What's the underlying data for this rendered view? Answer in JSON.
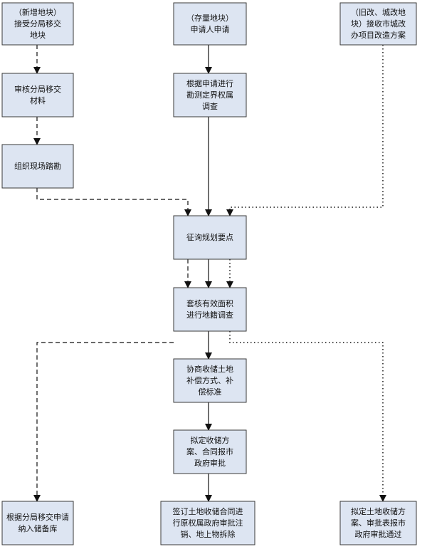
{
  "nodes": [
    {
      "id": "n1",
      "lines": [
        "（新增地块）",
        "接受分局移交",
        "地块"
      ]
    },
    {
      "id": "n2",
      "lines": [
        "（存量地块）",
        "申请人申请"
      ]
    },
    {
      "id": "n3",
      "lines": [
        "（旧改、城改地",
        "块）接收市城改",
        "办项目改造方案"
      ]
    },
    {
      "id": "n4",
      "lines": [
        "审核分局移交",
        "材料"
      ]
    },
    {
      "id": "n5",
      "lines": [
        "根据申请进行",
        "勘测定界权属",
        "调查"
      ]
    },
    {
      "id": "n6",
      "lines": [
        "组织现场踏勘"
      ]
    },
    {
      "id": "n7",
      "lines": [
        "征询规划要点"
      ]
    },
    {
      "id": "n8",
      "lines": [
        "套核有效面积",
        "进行地籍调查"
      ]
    },
    {
      "id": "n9",
      "lines": [
        "协商收储土地",
        "补偿方式、补",
        "偿标准"
      ]
    },
    {
      "id": "n10",
      "lines": [
        "拟定收储方",
        "案、合同报市",
        "政府审批"
      ]
    },
    {
      "id": "n11",
      "lines": [
        "根据分局移交申请",
        "纳入储备库"
      ]
    },
    {
      "id": "n12",
      "lines": [
        "签订土地收储合同进",
        "行原权属政府审批注",
        "销、地上物拆除"
      ]
    },
    {
      "id": "n13",
      "lines": [
        "拟定土地收储方",
        "案、审批表报市",
        "政府审批通过"
      ]
    }
  ],
  "edges": [
    {
      "from": "n1",
      "to": "n4",
      "style": "dashed"
    },
    {
      "from": "n4",
      "to": "n6",
      "style": "dashed"
    },
    {
      "from": "n6",
      "to": "n7",
      "style": "dashed"
    },
    {
      "from": "n2",
      "to": "n5",
      "style": "solid"
    },
    {
      "from": "n5",
      "to": "n7",
      "style": "solid"
    },
    {
      "from": "n3",
      "to": "n7",
      "style": "dotted"
    },
    {
      "from": "n7",
      "to": "n8",
      "style": "dashed"
    },
    {
      "from": "n7",
      "to": "n8",
      "style": "solid"
    },
    {
      "from": "n7",
      "to": "n8",
      "style": "dotted"
    },
    {
      "from": "n8",
      "to": "n11",
      "style": "dashed"
    },
    {
      "from": "n8",
      "to": "n9",
      "style": "solid"
    },
    {
      "from": "n8",
      "to": "n13",
      "style": "dotted"
    },
    {
      "from": "n9",
      "to": "n10",
      "style": "solid"
    },
    {
      "from": "n10",
      "to": "n12",
      "style": "solid"
    }
  ]
}
